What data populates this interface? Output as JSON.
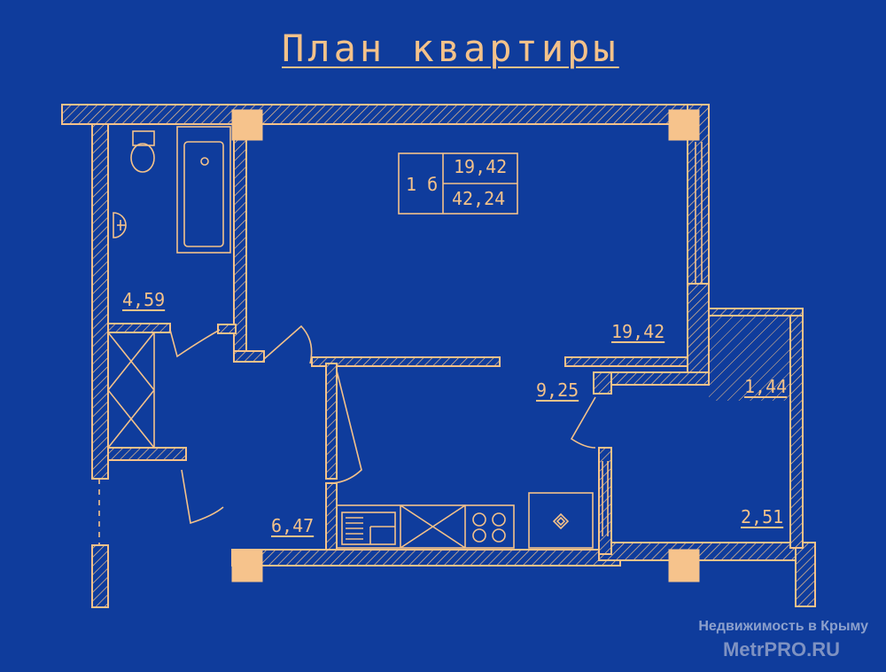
{
  "title": "План квартиры",
  "unit": {
    "type": "1 б",
    "living_area": "19,42",
    "total_area": "42,24"
  },
  "rooms": {
    "bathroom": "4,59",
    "living_room": "19,42",
    "kitchen": "9,25",
    "balcony": "1,44",
    "loggia": "2,51",
    "hall": "6,47"
  },
  "watermark": {
    "line1": "Недвижимость в Крыму",
    "line2": "MetrPRO.RU"
  },
  "colors": {
    "background": "#0f3c9c",
    "lines": "#f4c28a",
    "columns": "#f6c38c"
  }
}
